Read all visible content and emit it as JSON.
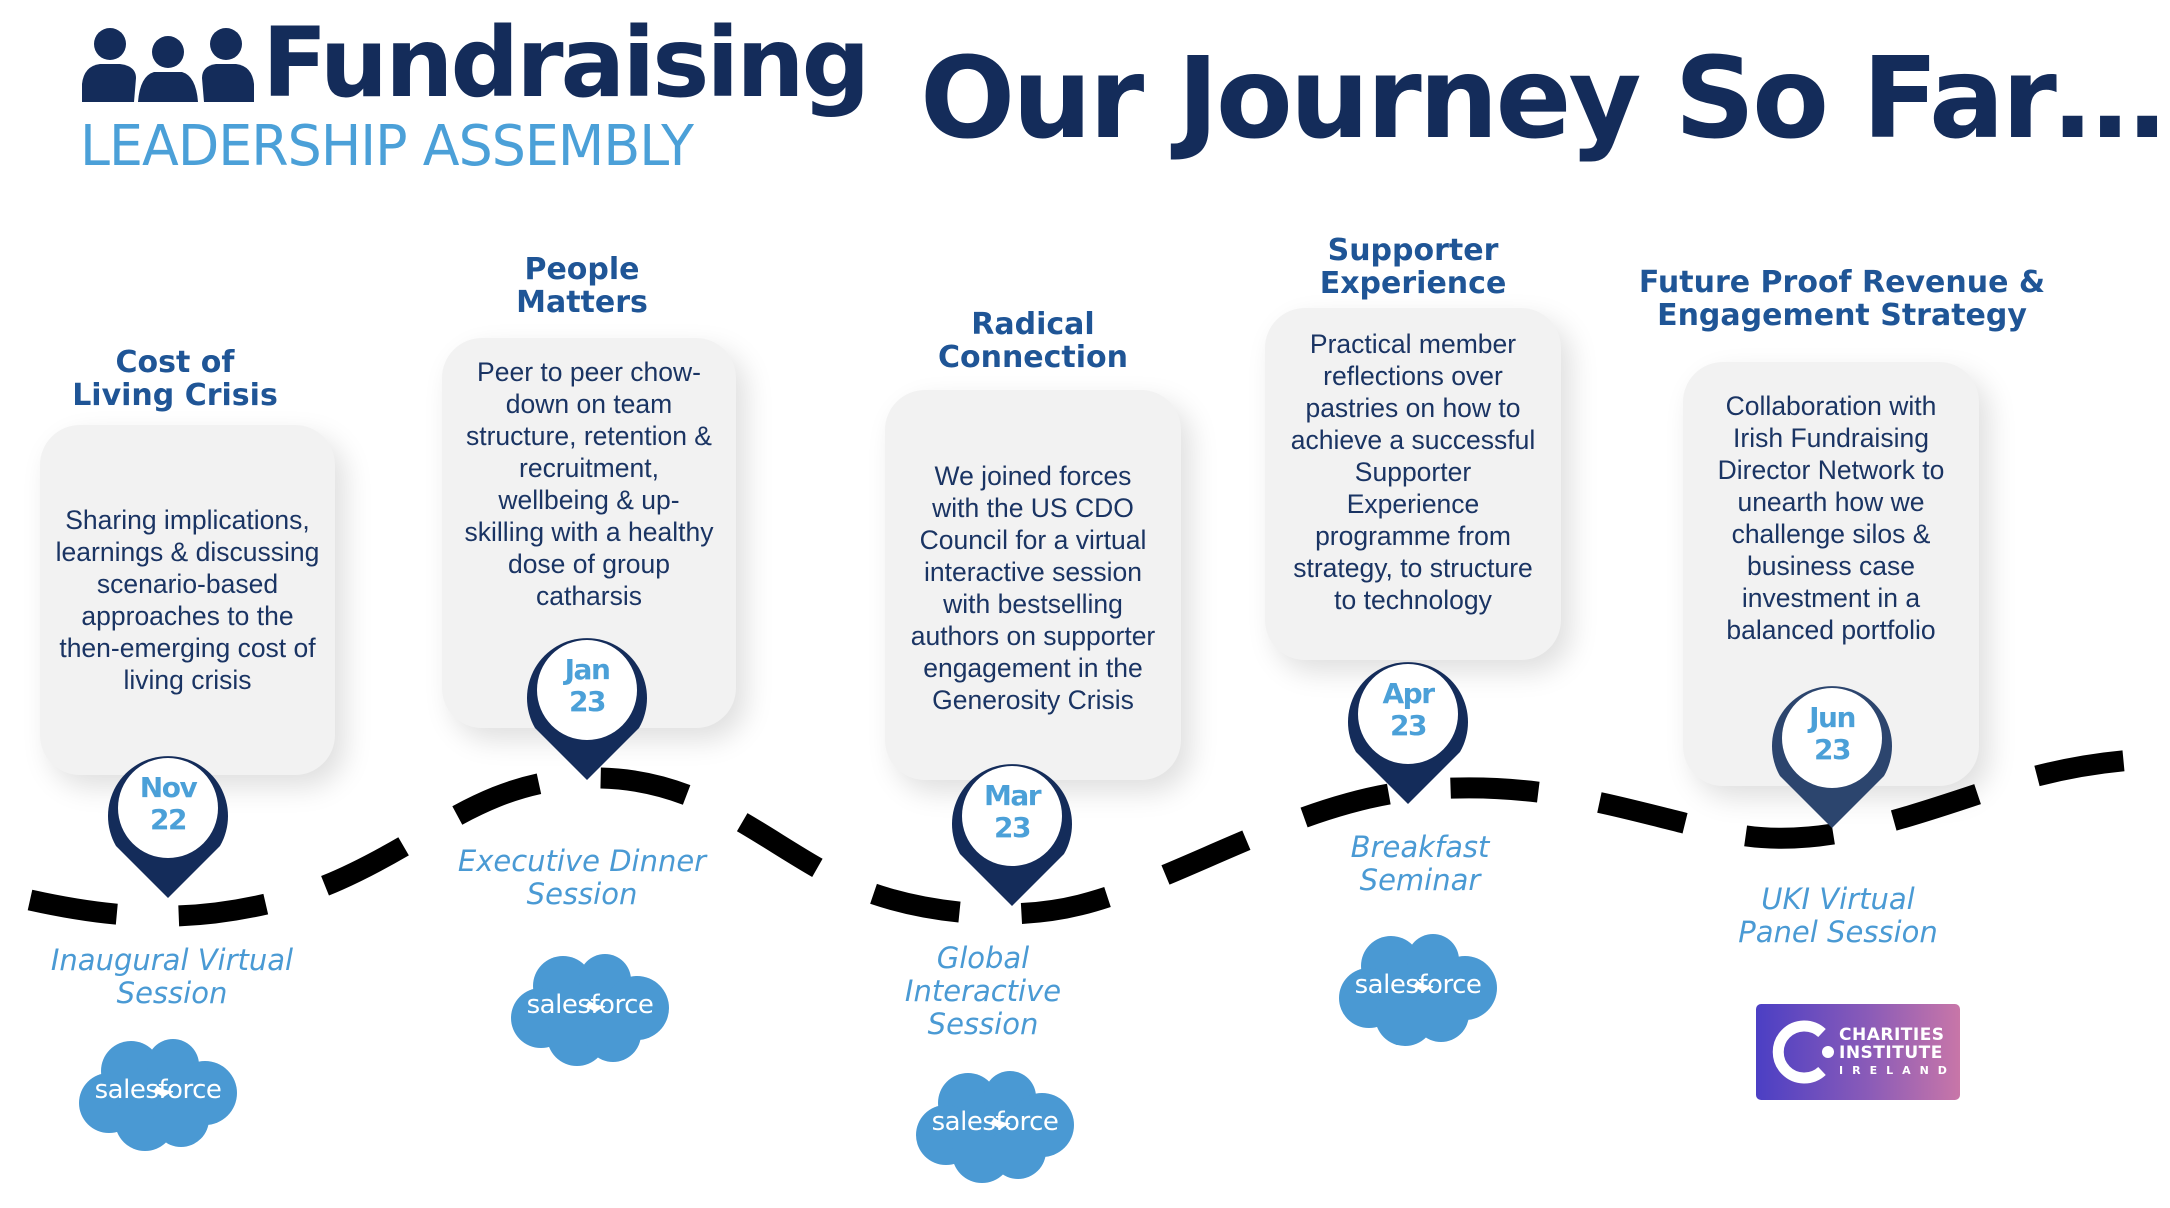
{
  "brand": {
    "icon": "people-group-icon",
    "name": "Fundraising",
    "subtitle": "LEADERSHIP ASSEMBLY",
    "colors": {
      "primary": "#142c5a",
      "secondary": "#4ba0d8"
    }
  },
  "page_title": "Our Journey So Far…",
  "colors": {
    "topic_title": "#1f5596",
    "card_bg": "#f2f2f2",
    "card_text": "#1a3463",
    "pin_ring": "#142c5a",
    "pin_ring_last": "#2c456e",
    "pin_text": "#4ba0d8",
    "session_text": "#4a9ad4",
    "path": "#000000",
    "salesforce_blue": "#4a99d3"
  },
  "milestones": [
    {
      "topic": "Cost of\nLiving Crisis",
      "topic_lines": [
        "Cost of",
        "Living Crisis"
      ],
      "description": "Sharing  implications,\nlearnings & discussing\nscenario-based\napproaches to the\nthen-emerging cost of\nliving crisis",
      "date_month": "Nov",
      "date_year": "22",
      "session": "Inaugural Virtual\nSession",
      "partner": "salesforce",
      "partner_icon": "salesforce-cloud-icon"
    },
    {
      "topic_lines": [
        "People",
        "Matters"
      ],
      "description": "Peer to peer chow-\ndown on team\nstructure, retention &\nrecruitment,\nwellbeing & up-\nskilling with a healthy\ndose of group\ncatharsis",
      "date_month": "Jan",
      "date_year": "23",
      "session": "Executive Dinner\nSession",
      "partner": "salesforce",
      "partner_icon": "salesforce-cloud-icon"
    },
    {
      "topic_lines": [
        "Radical",
        "Connection"
      ],
      "description": "We joined forces\nwith the US CDO\nCouncil for a virtual\ninteractive session\nwith bestselling\nauthors on supporter\nengagement in the\nGenerosity Crisis",
      "date_month": "Mar",
      "date_year": "23",
      "session": "Global\nInteractive\nSession",
      "partner": "salesforce",
      "partner_icon": "salesforce-cloud-icon"
    },
    {
      "topic_lines": [
        "Supporter",
        "Experience"
      ],
      "description": "Practical member\nreflections over\npastries on how to\nachieve a successful\nSupporter\nExperience\nprogramme from\nstrategy, to structure\nto technology",
      "date_month": "Apr",
      "date_year": "23",
      "session": "Breakfast\nSeminar",
      "partner": "salesforce",
      "partner_icon": "salesforce-cloud-icon"
    },
    {
      "topic_lines": [
        "Future Proof Revenue &",
        "Engagement Strategy"
      ],
      "description": "Collaboration with\nIrish Fundraising\nDirector Network to\nunearth how we\nchallenge silos &\nbusiness case\ninvestment in a\nbalanced portfolio",
      "date_month": "Jun",
      "date_year": "23",
      "session": "UKI Virtual\nPanel Session",
      "partner": "Charities Institute Ireland",
      "partner_logo_lines": [
        "CHARITIES",
        "INSTITUTE",
        "IRELAND"
      ],
      "partner_icon": "charities-institute-ireland-logo"
    }
  ]
}
